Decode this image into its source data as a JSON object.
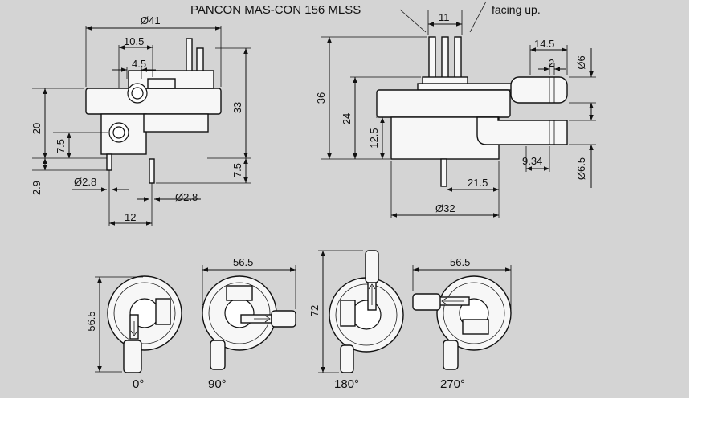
{
  "colors": {
    "background": "#d4d4d4",
    "line": "#111111",
    "part_fill": "#f7f7f7"
  },
  "callouts": {
    "connector": "PANCON MAS-CON 156 MLSS",
    "orientation": "facing up."
  },
  "side_view_left": {
    "dims": {
      "d41": "Ø41",
      "w105": "10.5",
      "w45": "4.5",
      "h20": "20",
      "h75": "7.5",
      "h29": "2.9",
      "h33": "33",
      "h75b": "7.5",
      "d28a": "Ø2.8",
      "d28b": "Ø2.8",
      "w12": "12"
    }
  },
  "side_view_right": {
    "dims": {
      "w11": "11",
      "w145": "14.5",
      "w2": "2",
      "d6": "Ø6",
      "h36": "36",
      "h24": "24",
      "h125": "12.5",
      "w934": "9.34",
      "d65": "Ø6.5",
      "w215": "21.5",
      "d32": "Ø32"
    }
  },
  "orientation_views": [
    {
      "angle": "0°",
      "dim_label": "56.5",
      "dim_axis": "vertical"
    },
    {
      "angle": "90°",
      "dim_label": "56.5",
      "dim_axis": "horizontal"
    },
    {
      "angle": "180°",
      "dim_label": "72",
      "dim_axis": "vertical"
    },
    {
      "angle": "270°",
      "dim_label": "56.5",
      "dim_axis": "horizontal"
    }
  ]
}
